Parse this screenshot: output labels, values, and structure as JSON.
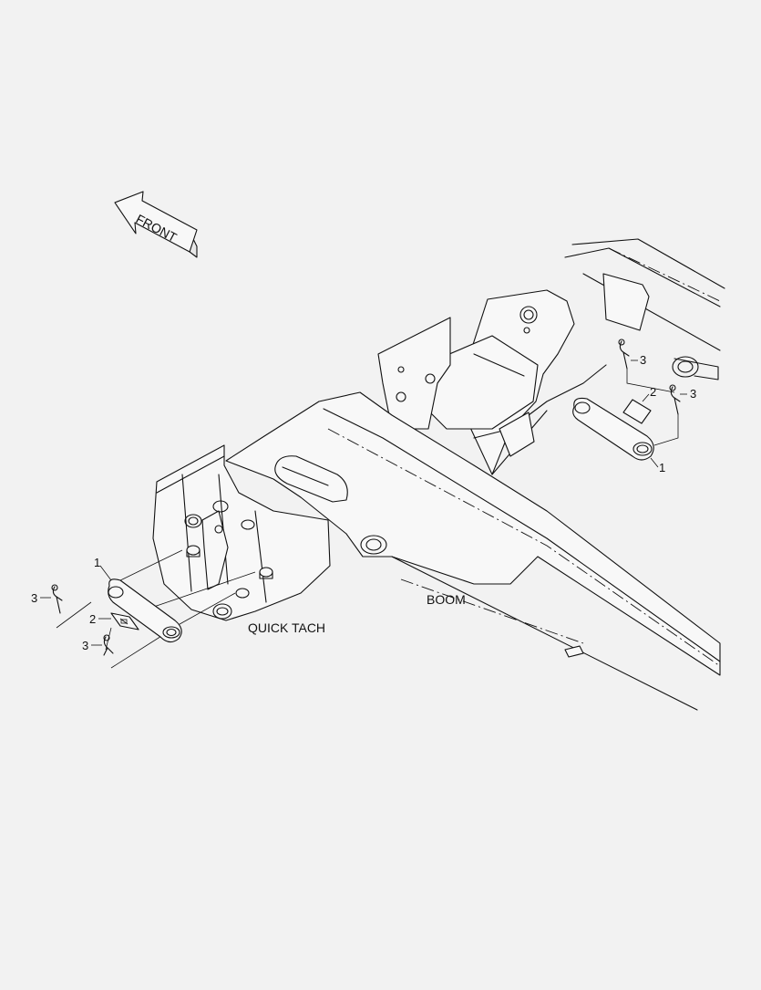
{
  "diagram": {
    "direction_label": "FRONT",
    "labels": {
      "boom": "BOOM",
      "quick_tach": "QUICK TACH"
    },
    "callouts": {
      "link_left": "1",
      "link_right": "1",
      "decal_left": "2",
      "decal_right": "2",
      "pin_left_top": "3",
      "pin_left_bottom": "3",
      "pin_right_top": "3",
      "pin_right_side": "3"
    },
    "colors": {
      "background": "#f2f2f2",
      "line": "#111111",
      "fill": "#f8f8f8"
    }
  }
}
